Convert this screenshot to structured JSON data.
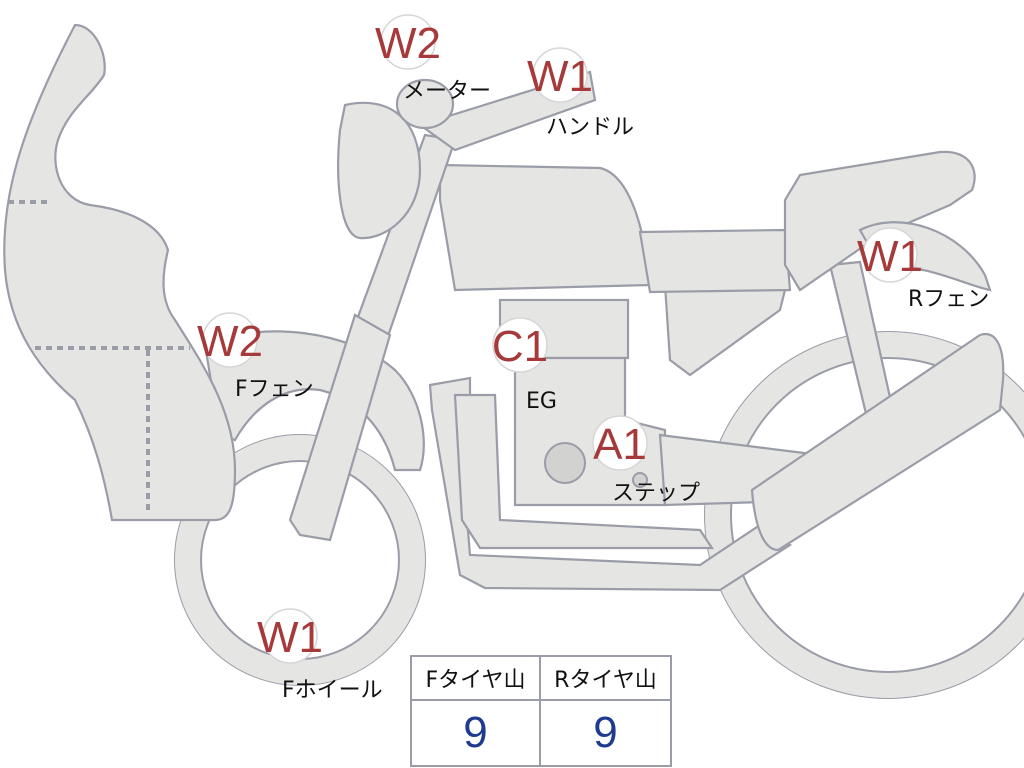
{
  "colors": {
    "badge_code": "#a63a3a",
    "tread_value": "#1f3b8f",
    "part_fill": "#e5e5e3",
    "outline": "#9a9da8"
  },
  "markers": [
    {
      "id": "meter",
      "code": "W2",
      "label": "メーター"
    },
    {
      "id": "handle",
      "code": "W1",
      "label": "ハンドル"
    },
    {
      "id": "rear-fender",
      "code": "W1",
      "label": "Rフェン"
    },
    {
      "id": "front-fender",
      "code": "W2",
      "label": "Fフェン"
    },
    {
      "id": "engine",
      "code": "C1",
      "label": "EG"
    },
    {
      "id": "step",
      "code": "A1",
      "label": "ステップ"
    },
    {
      "id": "front-wheel",
      "code": "W1",
      "label": "Fホイール"
    }
  ],
  "tread_table": {
    "front_label": "Fタイヤ山",
    "rear_label": "Rタイヤ山",
    "front_value": "9",
    "rear_value": "9"
  }
}
